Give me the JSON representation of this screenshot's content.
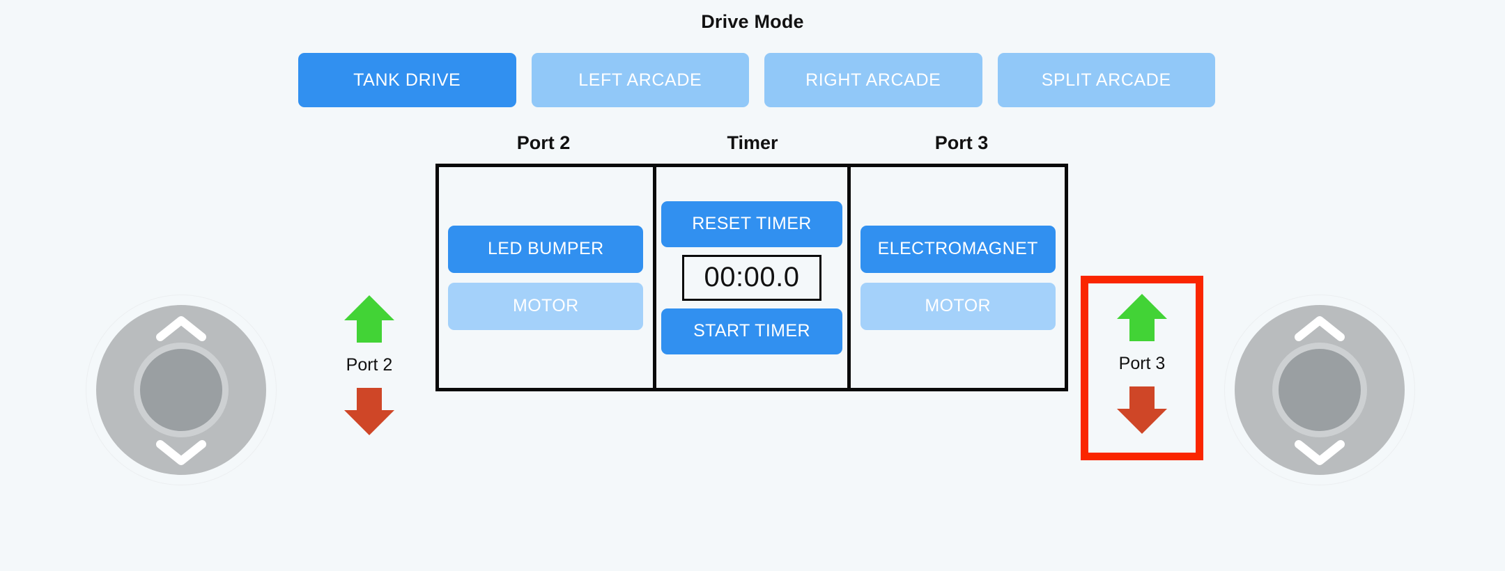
{
  "theme": {
    "background": "#f4f8fa",
    "accent_blue": "#3190f0",
    "inactive_blue": "#91c8f8",
    "secondary_blue": "#a4d1fa",
    "arrow_up_green": "#42d336",
    "arrow_down_red": "#cf4627",
    "highlight_red": "#fa2600",
    "panel_border": "#0a0a0a",
    "joystick_body": "#b9bcbe",
    "joystick_knob": "#9a9fa2"
  },
  "drive_mode": {
    "title": "Drive Mode",
    "selected": "TANK DRIVE",
    "options": [
      {
        "label": "TANK DRIVE",
        "active": true
      },
      {
        "label": "LEFT ARCADE",
        "active": false
      },
      {
        "label": "RIGHT ARCADE",
        "active": false
      },
      {
        "label": "SPLIT ARCADE",
        "active": false
      }
    ]
  },
  "panel": {
    "columns": [
      {
        "header": "Port 2",
        "buttons": [
          {
            "label": "LED BUMPER",
            "style": "primary"
          },
          {
            "label": "MOTOR",
            "style": "secondary"
          }
        ]
      },
      {
        "header": "Timer",
        "reset_label": "RESET TIMER",
        "display_value": "00:00.0",
        "start_label": "START TIMER"
      },
      {
        "header": "Port 3",
        "buttons": [
          {
            "label": "ELECTROMAGNET",
            "style": "primary"
          },
          {
            "label": "MOTOR",
            "style": "secondary"
          }
        ]
      }
    ]
  },
  "port_controls": [
    {
      "id": "port2",
      "label": "Port 2",
      "up_icon": "arrow-up-icon",
      "down_icon": "arrow-down-icon",
      "highlighted": false
    },
    {
      "id": "port3",
      "label": "Port 3",
      "up_icon": "arrow-up-icon",
      "down_icon": "arrow-down-icon",
      "highlighted": true
    }
  ],
  "joysticks": [
    {
      "id": "left",
      "up_icon": "chevron-up-icon",
      "down_icon": "chevron-down-icon"
    },
    {
      "id": "right",
      "up_icon": "chevron-up-icon",
      "down_icon": "chevron-down-icon"
    }
  ]
}
